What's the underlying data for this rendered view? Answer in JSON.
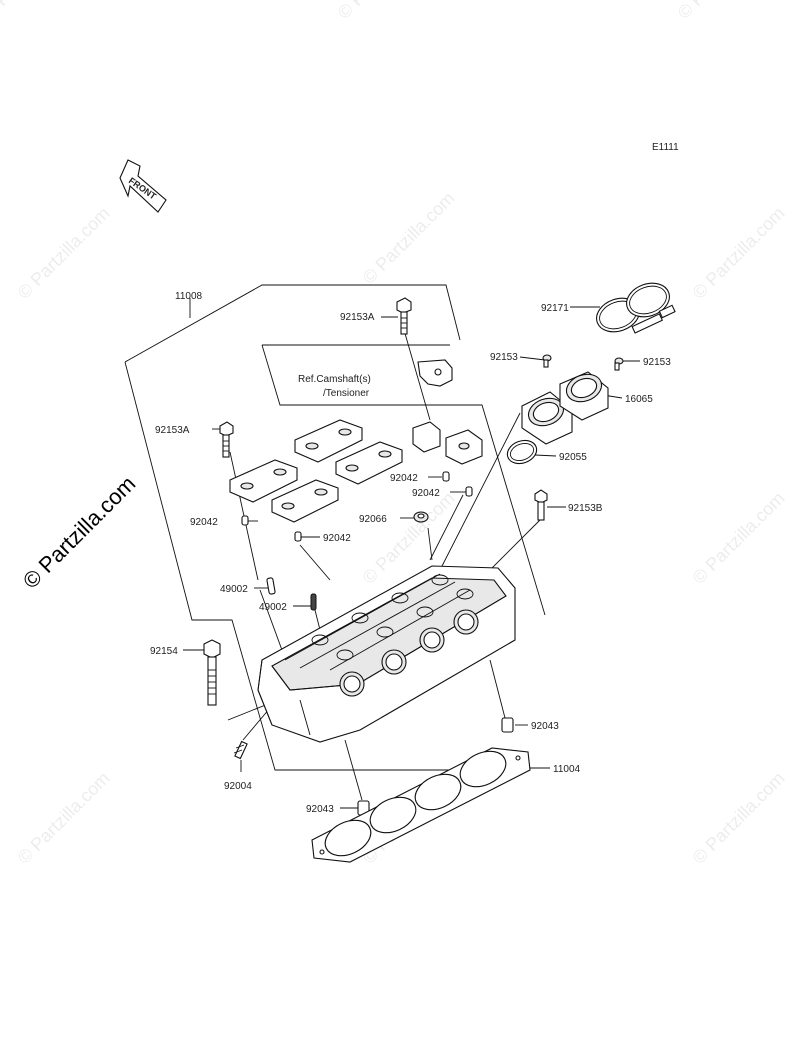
{
  "diagram_code": "E1111",
  "front_label": "FRONT",
  "watermark_text": "© Partzilla.com",
  "ref_note": {
    "line1": "Ref.Camshaft(s)",
    "line2": "/Tensioner"
  },
  "part_numbers": {
    "cylinder_head": "11008",
    "bolt_a_top": "92153A",
    "bolt_a_left": "92153A",
    "bolt_b": "92153B",
    "clamp": "92171",
    "screw_left": "92153",
    "screw_right": "92153",
    "holder": "16065",
    "oring": "92055",
    "pin_right_1": "92042",
    "pin_right_2": "92042",
    "pin_left_1": "92042",
    "pin_left_2": "92042",
    "plug": "92066",
    "guide_1": "49002",
    "guide_2": "49002",
    "bolt_long": "92154",
    "stud": "92004",
    "dowel_right": "92043",
    "dowel_left": "92043",
    "gasket": "11004"
  },
  "colors": {
    "line": "#111111",
    "paper": "#ffffff",
    "watermark": "#000000"
  }
}
